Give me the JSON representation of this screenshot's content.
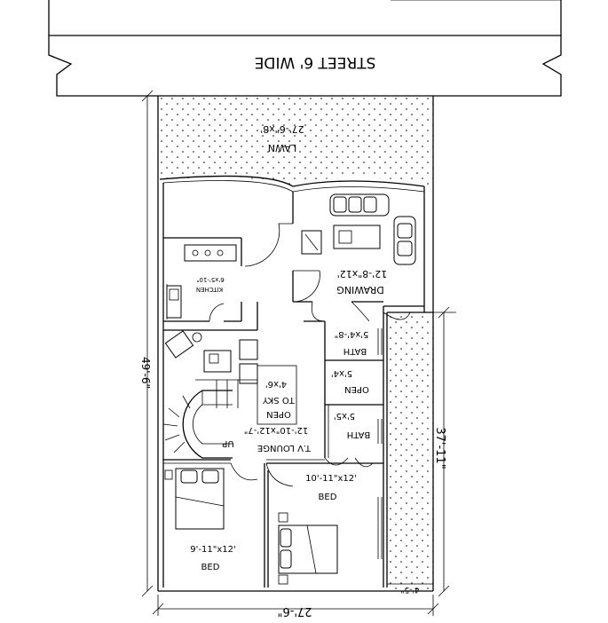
{
  "street": {
    "label": "STREET 6' WIDE"
  },
  "rooms": {
    "lawn": {
      "name": "LAWN",
      "size": "27'-6\"x8'"
    },
    "drawing": {
      "name": "DRAWING",
      "size": "12'-8\"x12'"
    },
    "kitchen": {
      "name": "KITCHEN",
      "size": "6'x5'-10\""
    },
    "bath_top": {
      "name": "BATH",
      "size": "5'x4'-8\""
    },
    "open_small": {
      "name": "OPEN",
      "size": "5'x4'"
    },
    "open_sky": {
      "name": "OPEN",
      "sub": "TO SKY",
      "size": "4'x6'"
    },
    "bath_bottom": {
      "name": "BATH",
      "size": "5'x5'"
    },
    "lounge": {
      "name": "T.V LOUNGE",
      "size": "12'-10\"x12'-7\""
    },
    "bed_left": {
      "name": "BED",
      "size": "9'-11\"x12'"
    },
    "bed_right": {
      "name": "BED",
      "size": "10'-11\"x12'"
    },
    "stair": {
      "label": "UP"
    }
  },
  "dimensions": {
    "width": "27'-6\"",
    "depth": "49'-6\"",
    "side_strip": "37'-11\"",
    "strip_width": "4'-5\""
  }
}
